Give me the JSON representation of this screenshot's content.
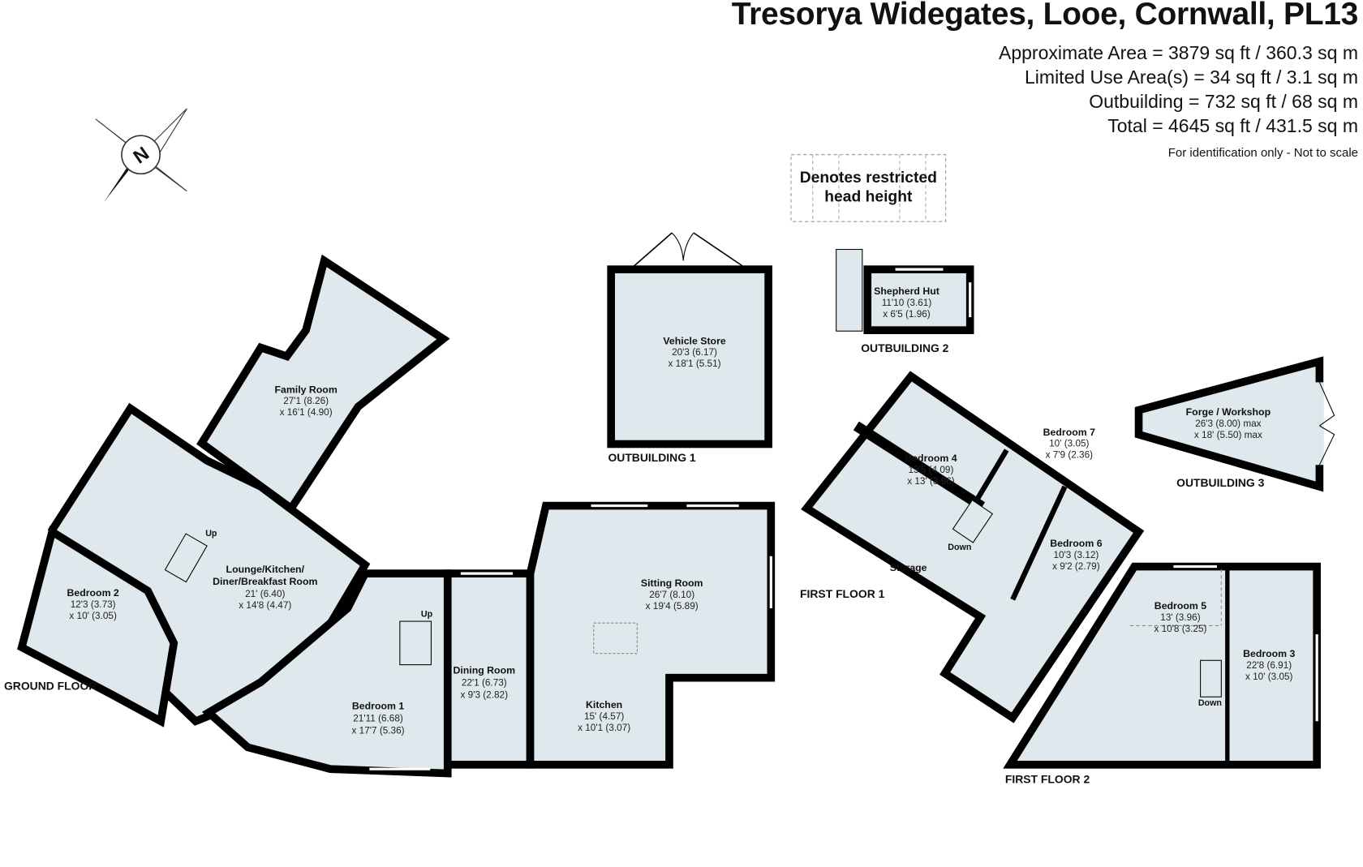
{
  "header": {
    "title": "Tresorya Widegates, Looe, Cornwall, PL13",
    "areas": [
      "Approximate Area = 3879 sq ft / 360.3 sq m",
      "Limited Use Area(s) = 34 sq ft / 3.1 sq m",
      "Outbuilding = 732 sq ft / 68 sq m",
      "Total = 4645 sq ft / 431.5 sq m"
    ],
    "note": "For identification only - Not to scale"
  },
  "legend": {
    "line1": "Denotes restricted",
    "line2": "head height"
  },
  "compass": {
    "label": "N"
  },
  "floors": {
    "ground": "GROUND FLOOR",
    "out1": "OUTBUILDING 1",
    "out2": "OUTBUILDING 2",
    "out3": "OUTBUILDING 3",
    "first1": "FIRST FLOOR 1",
    "first2": "FIRST FLOOR 2"
  },
  "stairs": {
    "up1": "Up",
    "up2": "Up",
    "down1": "Down",
    "down2": "Down"
  },
  "rooms": {
    "family": {
      "name": "Family Room",
      "d1": "27'1 (8.26)",
      "d2": "x 16'1 (4.90)"
    },
    "lounge": {
      "name1": "Lounge/Kitchen/",
      "name2": "Diner/Breakfast Room",
      "d1": "21' (6.40)",
      "d2": "x 14'8 (4.47)"
    },
    "bed2": {
      "name": "Bedroom 2",
      "d1": "12'3 (3.73)",
      "d2": "x 10' (3.05)"
    },
    "bed1": {
      "name": "Bedroom 1",
      "d1": "21'11 (6.68)",
      "d2": "x 17'7 (5.36)"
    },
    "dining": {
      "name": "Dining Room",
      "d1": "22'1 (6.73)",
      "d2": "x 9'3 (2.82)"
    },
    "sitting": {
      "name": "Sitting Room",
      "d1": "26'7 (8.10)",
      "d2": "x 19'4 (5.89)"
    },
    "kitchen": {
      "name": "Kitchen",
      "d1": "15' (4.57)",
      "d2": "x 10'1 (3.07)"
    },
    "vehicle": {
      "name": "Vehicle Store",
      "d1": "20'3 (6.17)",
      "d2": "x 18'1 (5.51)"
    },
    "shepherd": {
      "name": "Shepherd Hut",
      "d1": "11'10 (3.61)",
      "d2": "x 6'5 (1.96)"
    },
    "forge": {
      "name": "Forge / Workshop",
      "d1": "26'3 (8.00) max",
      "d2": "x 18' (5.50) max"
    },
    "bed4": {
      "name": "Bedroom 4",
      "d1": "13'5 (4.09)",
      "d2": "x 13' (3.96)"
    },
    "bed7": {
      "name": "Bedroom 7",
      "d1": "10' (3.05)",
      "d2": "x 7'9 (2.36)"
    },
    "bed6": {
      "name": "Bedroom 6",
      "d1": "10'3 (3.12)",
      "d2": "x 9'2 (2.79)"
    },
    "storage": {
      "name": "Storage"
    },
    "bed5": {
      "name": "Bedroom 5",
      "d1": "13' (3.96)",
      "d2": "x 10'8 (3.25)"
    },
    "bed3": {
      "name": "Bedroom 3",
      "d1": "22'8 (6.91)",
      "d2": "x 10' (3.05)"
    }
  }
}
